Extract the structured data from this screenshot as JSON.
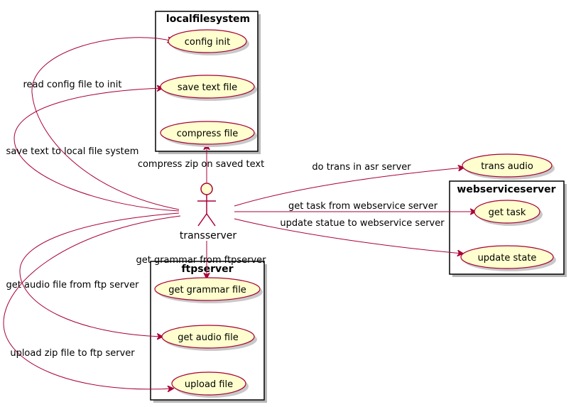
{
  "diagram": {
    "actor": {
      "name": "transserver"
    },
    "packages": {
      "localfilesystem": {
        "title": "localfilesystem"
      },
      "ftpserver": {
        "title": "ftpserver"
      },
      "webserviceserver": {
        "title": "webserviceserver"
      }
    },
    "usecases": {
      "config_init": "config init",
      "save_text_file": "save text file",
      "compress_file": "compress file",
      "trans_audio": "trans audio",
      "get_task": "get task",
      "update_state": "update state",
      "get_grammar_file": "get grammar file",
      "get_audio_file": "get audio file",
      "upload_file": "upload file"
    },
    "edges": {
      "read_config": "read config file to init",
      "save_text": "save text to local file system",
      "compress_zip": "compress zip on saved text",
      "do_trans": "do trans in asr server",
      "get_task": "get task from webservice server",
      "update_statue": "update statue to webservice server",
      "get_grammar": "get grammar from ftpserver",
      "get_audio": "get audio file from ftp server",
      "upload_zip": "upload zip file to ftp server"
    }
  }
}
